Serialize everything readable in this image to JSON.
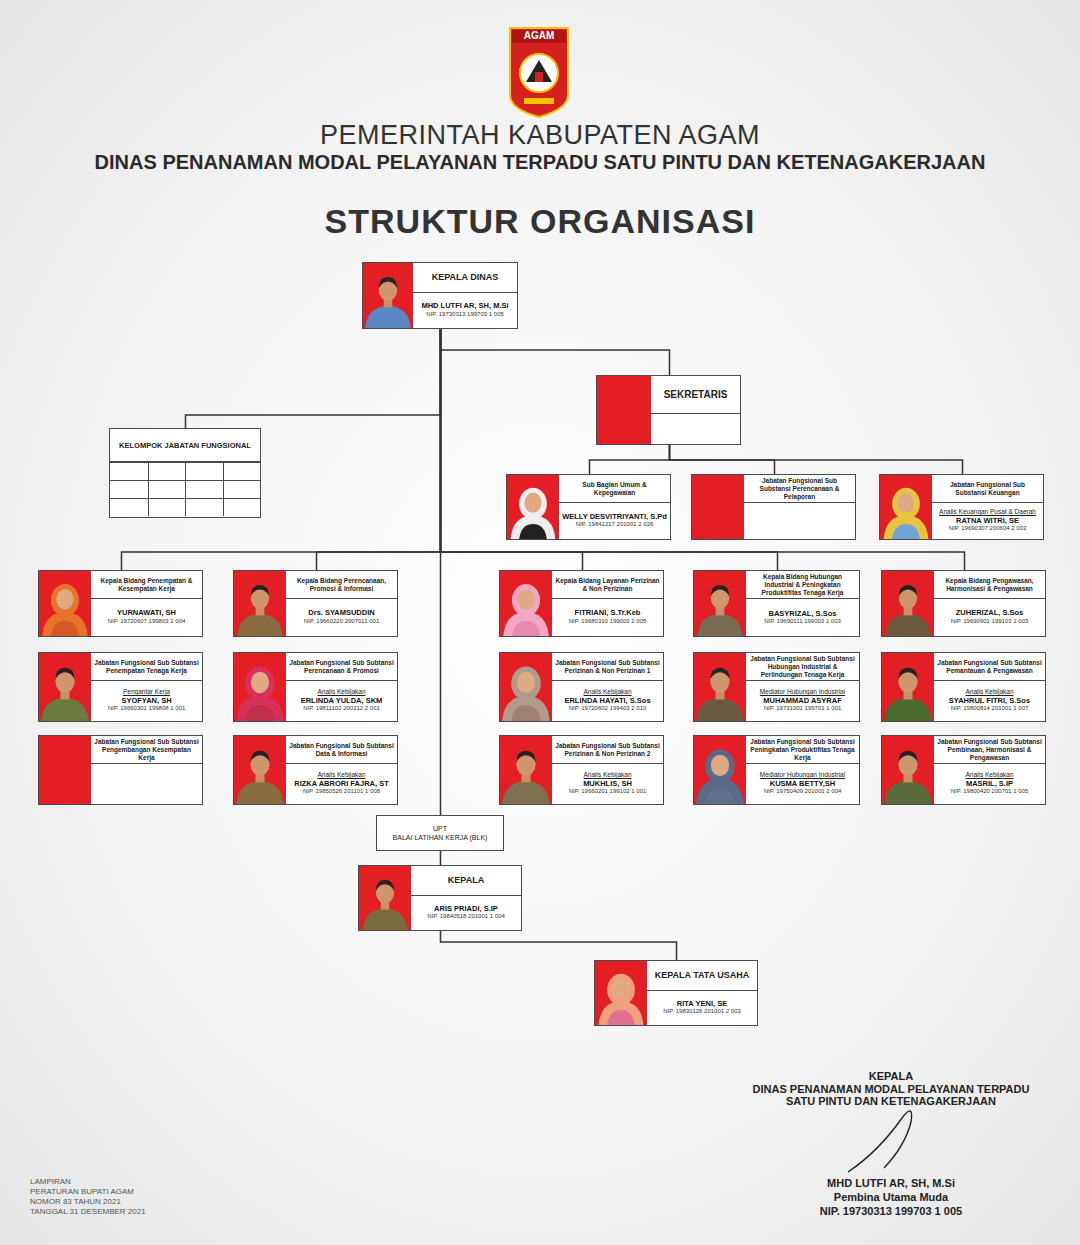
{
  "diagram": {
    "title": "STRUKTUR ORGANISASI",
    "nodes": [
      {
        "text": [
          "KEPALA DINAS",
          "MHD LUTFI AR, SH, M.Si",
          "NIP. 19730313 199703 1 005"
        ]
      },
      {
        "text": [
          "SEKRETARIS"
        ]
      },
      {
        "text": [
          "KELOMPOK JABATAN FUNGSIONAL"
        ]
      },
      {
        "text": [
          "Sub Bagian Umum & Kepegawaian",
          "WELLY DESVITRIYANTI, S.Pd",
          "NIP. 19841217 201001 2 026"
        ]
      },
      {
        "text": [
          "Jabatan Fungsional Sub Substansi Perencanaan & Pelaporan"
        ]
      },
      {
        "text": [
          "Jabatan Fungsional Sub Substansi Keuangan",
          "Analis Keuangan Pusat & Daerah",
          "RATNA WITRI, SE",
          "NIP. 19690307 200604 2 003"
        ]
      },
      {
        "text": [
          "Kepala Bidang Penempatan & Kesempatan Kerja",
          "YURNAWATI, SH",
          "NIP. 19720607 199803 2 004"
        ]
      },
      {
        "text": [
          "Kepala Bidang Perencanaan, Promosi & Informasi",
          "Drs. SYAMSUDDIN",
          "NIP. 19660220 2007011 001"
        ]
      },
      {
        "text": [
          "Kepala Bidang Layanan Perizinan & Non Perizinan",
          "FITRIANI, S.Tr.Keb",
          "NIP. 19680310 199003 2 005"
        ]
      },
      {
        "text": [
          "Kepala Bidang Hubungan Industrial & Peningkatan Produktifitas Tenaga Kerja",
          "BASYRIZAL, S.Sos",
          "NIP. 19690111 199003 1 003"
        ]
      },
      {
        "text": [
          "Kepala Bidang Pengawasan, Harmonisasi & Pengawasan",
          "ZUHERIZAL, S.Sos",
          "NIP. 19690901 199103 1 003"
        ]
      },
      {
        "text": [
          "Jabatan Fungsional Sub Subtansi Penempatan Tenaga Kerja",
          "Pengantar Kerja",
          "SYOFYAN, SH",
          "NIP. 19660301 199808 1 001"
        ]
      },
      {
        "text": [
          "Jabatan Fungsional Sub Subtansi Perencanaan & Promosi",
          "Analis Kebijakan",
          "ERLINDA YULDA, SKM",
          "NIP. 19811102 200212 2 001"
        ]
      },
      {
        "text": [
          "Jabatan Fungsional Sub Subtansi Perizinan & Non Perizinan 1",
          "Analis Kebijakan",
          "ERLINDA HAYATI, S.Sos",
          "NIP. 19720602 199403 2 010"
        ]
      },
      {
        "text": [
          "Jabatan Fungsional Sub Subtansi Hubungan Industrial & Perlindungan Tenaga Kerja",
          "Mediator Hubungan Industrial",
          "MUHAMMAD ASYRAF",
          "NIP. 19731001 199701 1 001"
        ]
      },
      {
        "text": [
          "Jabatan Fungsional Sub Subtansi Pemantauan & Pengawasan",
          "Analis Kebijakan",
          "SYAHRUL FITRI, S.Sos",
          "NIP. 19800814 201001 1 007"
        ]
      },
      {
        "text": [
          "Jabatan Fungsional Sub Subtansi Pengembangan Kesempatan Kerja"
        ]
      },
      {
        "text": [
          "Jabatan Fungsional Sub Subtansi Data & Informasi",
          "Analis Kebijakan",
          "RIZKA ABRORI FAJRA, ST",
          "NIP. 19850526 201101 1 008"
        ]
      },
      {
        "text": [
          "Jabatan Fungsional Sub Subtansi Perizinan & Non Perizinan 2",
          "Analis Kebijakan",
          "MUKHLIS, SH",
          "NIP. 19660201 199102 1 001"
        ]
      },
      {
        "text": [
          "Jabatan Fungsional Sub Subtansi Peningkatan Produktifitas Tenaga Kerja",
          "Mediator Hubungan Industrial",
          "KUSMA BETTY,SH",
          "NIP. 19750409 201001 2 004"
        ]
      },
      {
        "text": [
          "Jabatan Fungsional Sub Subtansi Pembinaan, Harmonisasi & Pengawasan",
          "Analis Kebijakan",
          "MASRIL, S.IP",
          "NIP. 19800420 200701 1 005"
        ]
      },
      {
        "text": [
          "UPT",
          "BALAI LATIHAN KERJA (BLK)"
        ]
      },
      {
        "text": [
          "KEPALA",
          "ARIS PRIADI, S.IP",
          "NIP. 19840518 201001 1 004"
        ]
      },
      {
        "text": [
          "KEPALA TATA USAHA",
          "RITA YENI, SE",
          "NIP. 19830126 201001 2 003"
        ]
      }
    ],
    "edges": [
      {
        "from": 0,
        "to": 1,
        "arrow": "none"
      },
      {
        "from": 0,
        "to": 2,
        "arrow": "none"
      },
      {
        "from": 0,
        "to": 6,
        "arrow": "none"
      },
      {
        "from": 0,
        "to": 7,
        "arrow": "none"
      },
      {
        "from": 0,
        "to": 8,
        "arrow": "none"
      },
      {
        "from": 0,
        "to": 9,
        "arrow": "none"
      },
      {
        "from": 0,
        "to": 10,
        "arrow": "none"
      },
      {
        "from": 1,
        "to": 3,
        "arrow": "none"
      },
      {
        "from": 1,
        "to": 4,
        "arrow": "none"
      },
      {
        "from": 1,
        "to": 5,
        "arrow": "none"
      },
      {
        "from": 0,
        "to": 21,
        "arrow": "none"
      },
      {
        "from": 21,
        "to": 22,
        "arrow": "none"
      },
      {
        "from": 22,
        "to": 23,
        "arrow": "none"
      }
    ],
    "labels": [
      "AGAM",
      "PEMERINTAH KABUPATEN AGAM",
      "DINAS PENANAMAN MODAL PELAYANAN TERPADU SATU PINTU DAN KETENAGAKERJAAN",
      "LAMPIRAN",
      "PERATURAN BUPATI AGAM",
      "NOMOR 83 TAHUN 2021",
      "TANGGAL 31 DESEMBER 2021",
      "KEPALA",
      "DINAS PENANAMAN MODAL PELAYANAN TERPADU SATU PINTU DAN KETENAGAKERJAAN",
      "MHD LUTFI AR, SH, M.Si",
      "Pembina Utama Muda",
      "NIP. 19730313 199703 1 005"
    ]
  }
}
